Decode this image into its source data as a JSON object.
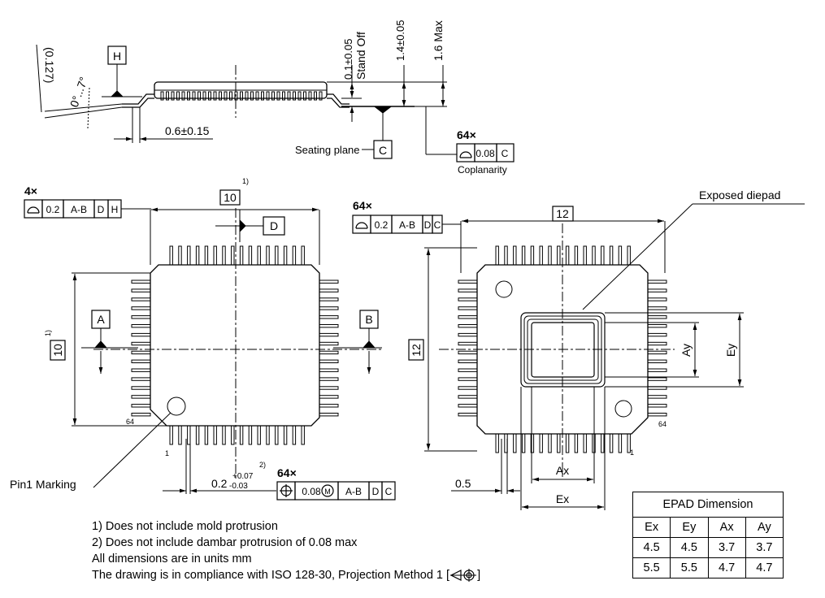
{
  "side_view": {
    "datum_h": "H",
    "datum_c": "C",
    "angle_small": "(0.127)",
    "angle_range": "0°...7°",
    "standoff_value": "0.1±0.05",
    "standoff_label": "Stand Off",
    "body_height": "1.4±0.05",
    "max_height": "1.6 Max",
    "foot_length": "0.6±0.15",
    "seating_plane": "Seating plane",
    "coplanarity_count": "64×",
    "coplanarity_value": "0.08",
    "coplanarity_datum": "C",
    "coplanarity_label": "Coplanarity"
  },
  "top_view": {
    "profile_count": "4×",
    "profile_cells": [
      "0.2",
      "A-B",
      "D",
      "H"
    ],
    "width_box": "10",
    "width_note": "1)",
    "height_box": "10",
    "height_note": "1)",
    "datum_d": "D",
    "datum_a": "A",
    "datum_b": "B",
    "pin_64_label": "64",
    "pin_1_label": "1",
    "pin1_marking": "Pin1 Marking",
    "pitch_value": "0.2",
    "pitch_tol_plus": "+0.07",
    "pitch_tol_minus": "-0.03",
    "pitch_note": "2)",
    "position_count": "64×",
    "position_cells": [
      "0.08",
      "M",
      "A-B",
      "D",
      "C"
    ]
  },
  "bottom_view": {
    "profile_count": "64×",
    "profile_cells": [
      "0.2",
      "A-B",
      "D",
      "C"
    ],
    "width_box": "12",
    "height_box": "12",
    "exposed_diepad": "Exposed diepad",
    "ay_label": "Ay",
    "ey_label": "Ey",
    "ax_label": "Ax",
    "ex_label": "Ex",
    "pitch": "0.5",
    "pin_64_label": "64",
    "pin_1_label": "1"
  },
  "notes": {
    "note1": "1) Does not include mold protrusion",
    "note2": "2) Does not include dambar protrusion of 0.08 max",
    "note3": "All dimensions are in units mm",
    "note4_prefix": "The drawing is in compliance with ISO 128-30, Projection Method 1 [",
    "note4_suffix": "]"
  },
  "epad_table": {
    "title": "EPAD Dimension",
    "headers": [
      "Ex",
      "Ey",
      "Ax",
      "Ay"
    ],
    "rows": [
      [
        "4.5",
        "4.5",
        "3.7",
        "3.7"
      ],
      [
        "5.5",
        "5.5",
        "4.7",
        "4.7"
      ]
    ]
  }
}
